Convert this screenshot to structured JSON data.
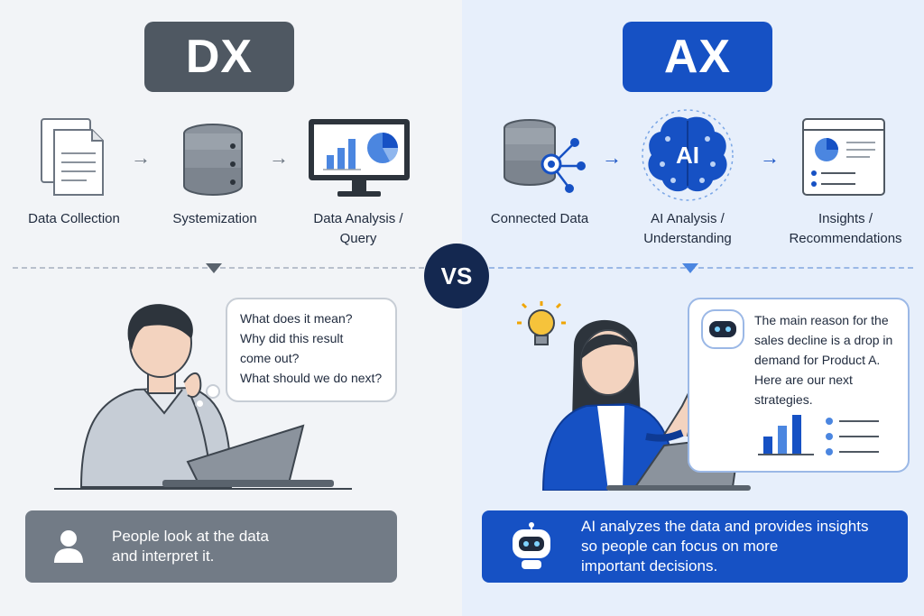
{
  "dx": {
    "title": "DX",
    "steps": [
      {
        "label": "Data Collection",
        "icon": "document-icon"
      },
      {
        "label": "Systemization",
        "icon": "database-icon"
      },
      {
        "label": "Data Analysis /\nQuery",
        "icon": "monitor-chart-icon"
      }
    ],
    "bubble_lines": [
      "What does it mean?",
      "Why did this result",
      "come out?",
      "What should we do next?"
    ],
    "bottom_text": "People look at the data\nand interpret it."
  },
  "vs_label": "VS",
  "ax": {
    "title": "AX",
    "steps": [
      {
        "label": "Connected Data",
        "icon": "connected-database-icon"
      },
      {
        "label": "AI Analysis /\nUnderstanding",
        "icon": "ai-brain-icon"
      },
      {
        "label": "Insights /\nRecommendations",
        "icon": "insights-report-icon"
      }
    ],
    "ai_badge": "AI",
    "bubble_lines": [
      "The main reason for the",
      "sales decline is a drop in",
      "demand for Product A.",
      "Here are our next",
      "strategies."
    ],
    "bottom_text": "AI analyzes the data and provides insights\nso people can focus on more\nimportant decisions."
  },
  "colors": {
    "dx_dark": "#4f5862",
    "ax_blue": "#1651c4",
    "vs_navy": "#142850"
  }
}
